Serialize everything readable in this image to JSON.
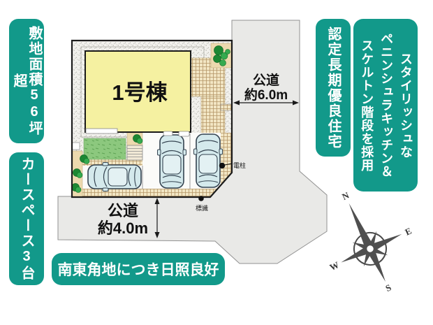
{
  "accent_color": "#12998a",
  "badges": {
    "site_area": "敷地面積56坪超",
    "car_space": "カースペース3台",
    "certified": "認定長期優良住宅",
    "features": [
      "スタイリッシュな",
      "ペニンシュラキッチン＆",
      "スケルトン階段を採用"
    ],
    "sun": "南東角地につき日照良好"
  },
  "plan": {
    "building_label": "1号棟",
    "road_east": {
      "line1": "公道",
      "line2": "約6.0m"
    },
    "road_south": {
      "line1": "公道",
      "line2": "約4.0m"
    },
    "utility_pole_label": "電柱",
    "sign_label": "標識",
    "compass": {
      "n": "N",
      "e": "E",
      "s": "S",
      "w": "W"
    },
    "colors": {
      "building": "#f5f1a1",
      "road": "#e9e9e7",
      "lawn": "#8cc87e",
      "paving": "#f2e6c4",
      "car": "#d4e9ec",
      "tree": "#1d8733"
    }
  }
}
